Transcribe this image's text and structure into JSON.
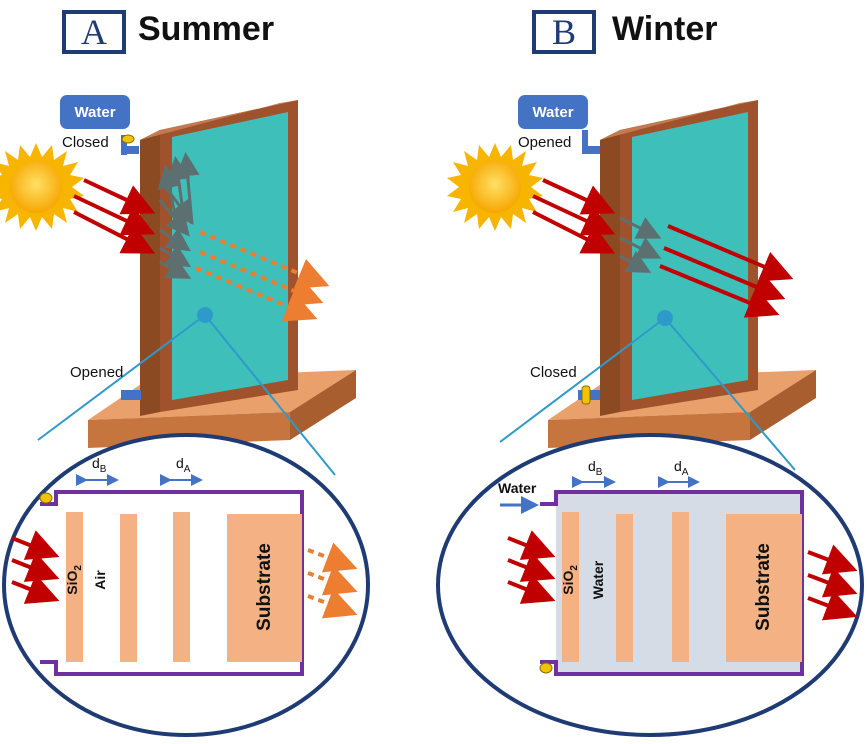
{
  "panel_a": {
    "letter": "A",
    "title": "Summer",
    "tank_label": "Water",
    "top_valve": "Closed",
    "bottom_valve": "Opened",
    "layers": {
      "oxide_main": "SiO",
      "oxide_sub": "2",
      "gap": "Air",
      "substrate": "Substrate"
    },
    "dim_b": {
      "main": "d",
      "sub": "B"
    },
    "dim_a": {
      "main": "d",
      "sub": "A"
    }
  },
  "panel_b": {
    "letter": "B",
    "title": "Winter",
    "tank_label": "Water",
    "top_valve": "Opened",
    "bottom_valve": "Closed",
    "water_inlet": "Water",
    "layers": {
      "oxide_main": "SiO",
      "oxide_sub": "2",
      "gap": "Water",
      "substrate": "Substrate"
    },
    "dim_b": {
      "main": "d",
      "sub": "B"
    },
    "dim_a": {
      "main": "d",
      "sub": "A"
    }
  },
  "colors": {
    "frame_box": "#1f3b73",
    "glass": "#3fbfba",
    "wood": "#a0522d",
    "sunlight": "#c00000",
    "reflected": "#5d7071",
    "transmitted_ir": "#ed7d31",
    "layer": "#f4b183",
    "cell_outline": "#7030a0",
    "water_fill": "#d6dce5",
    "tank": "#4472c4"
  }
}
